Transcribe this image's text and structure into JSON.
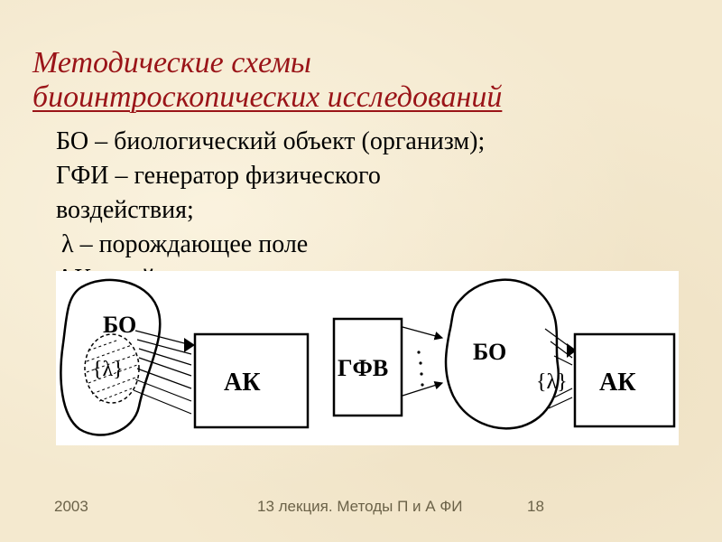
{
  "slide": {
    "title_line1": "Методические схемы",
    "title_line2": "биоинтроскопических исследований",
    "legend_lines": [
      "БО – биологический объект (организм);",
      "ГФИ – генератор физического",
      "воздействия;",
      "λ – порождающее поле",
      "АК – ... й"
    ],
    "colors": {
      "title": "#9a1418",
      "background": "#f4e9cf",
      "footer": "#6b6248"
    }
  },
  "diagram": {
    "left_scheme": {
      "object_label": "БО",
      "field_label": "{λ}",
      "receiver_label": "АК"
    },
    "right_scheme": {
      "generator_label": "ГФВ",
      "object_label": "БО",
      "field_label": "{λ}",
      "receiver_label": "АК"
    }
  },
  "footer": {
    "year": "2003",
    "lecture": "13 лекция. Методы П и А ФИ",
    "page": "18"
  }
}
